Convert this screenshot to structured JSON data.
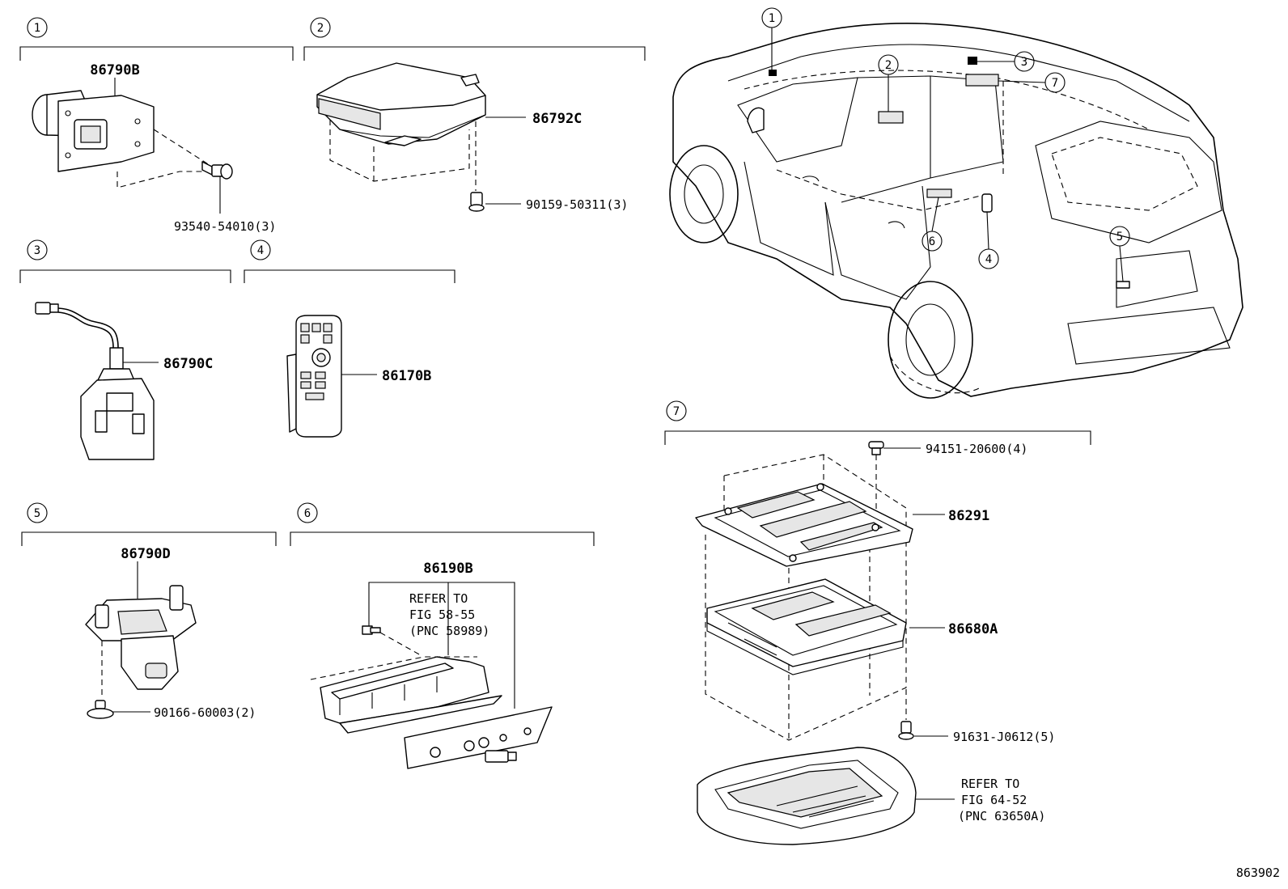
{
  "groups": [
    {
      "id": "1",
      "part": "86790B",
      "fastener": "93540-54010(3)"
    },
    {
      "id": "2",
      "part": "86792C",
      "fastener": "90159-50311(3)"
    },
    {
      "id": "3",
      "part": "86790C"
    },
    {
      "id": "4",
      "part": "86170B"
    },
    {
      "id": "5",
      "part": "86790D",
      "fastener": "90166-60003(2)"
    },
    {
      "id": "6",
      "part": "86190B",
      "refer_lines": [
        "REFER TO",
        "FIG 58-55",
        "(PNC 58989)"
      ]
    },
    {
      "id": "7",
      "parts": [
        "94151-20600(4)",
        "86291",
        "86680A",
        "91631-J0612(5)"
      ],
      "refer_lines": [
        "REFER TO",
        "FIG 64-52",
        "(PNC 63650A)"
      ]
    }
  ],
  "vehicle_callouts": [
    "1",
    "2",
    "3",
    "7",
    "6",
    "4",
    "5"
  ],
  "figure_number": "863902"
}
